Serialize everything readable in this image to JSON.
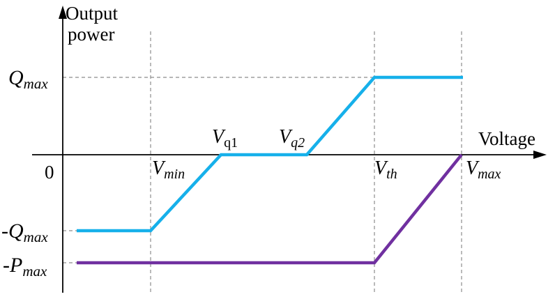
{
  "axes": {
    "y_label_line1": "Output",
    "y_label_line2": "power",
    "x_label": "Voltage",
    "origin": "0"
  },
  "y_ticks": {
    "qmax": {
      "sym": "Q",
      "sub": "max"
    },
    "neg_qmax": {
      "pre": "-",
      "sym": "Q",
      "sub": "max"
    },
    "neg_pmax": {
      "pre": "-",
      "sym": "P",
      "sub": "max"
    }
  },
  "x_ticks": {
    "vmin": {
      "sym": "V",
      "sub": "min"
    },
    "vq1": {
      "sym": "V",
      "sub": "q1"
    },
    "vq2": {
      "sym": "V",
      "sub": "q2"
    },
    "vth": {
      "sym": "V",
      "sub": "th"
    },
    "vmax": {
      "sym": "V",
      "sub": "max"
    }
  },
  "colors": {
    "reactive_curve": "#16b0ea",
    "active_curve": "#7030a0",
    "guide_lines": "#8c8c8c",
    "axes": "#000000"
  }
}
